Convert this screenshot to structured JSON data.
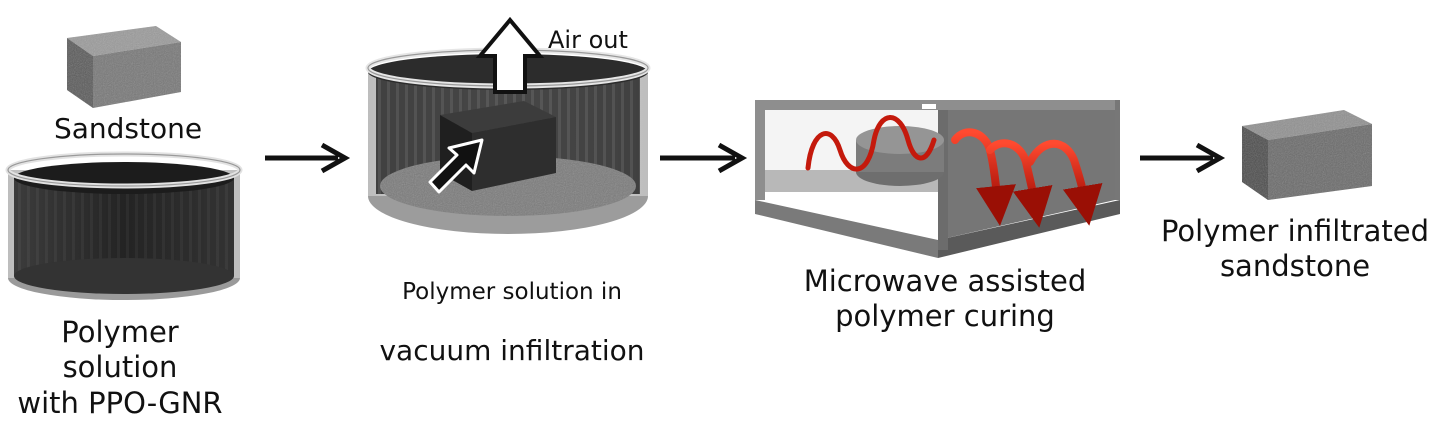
{
  "diagram": {
    "labels": {
      "sandstone": "Sandstone",
      "polymer_solution": "Polymer\nsolution\nwith PPO-GNR",
      "air_out": "Air out",
      "vacuum_line1": "Polymer solution in",
      "vacuum_line2": "vacuum infiltration",
      "microwave": "Microwave assisted\npolymer curing",
      "final": "Polymer infiltrated\nsandstone"
    },
    "colors": {
      "arrow": "#111111",
      "microwave_wave": "#d41a0f",
      "sandstone": "#6e6e6e",
      "solution": "#2a2a2a",
      "glass": "#d4d4d4"
    }
  }
}
